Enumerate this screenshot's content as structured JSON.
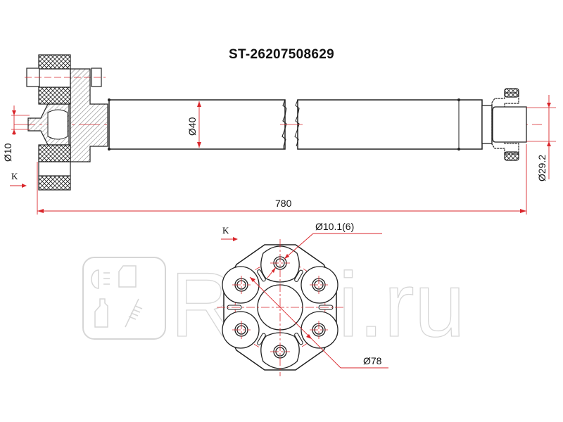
{
  "title": "ST-26207508629",
  "watermark": {
    "text": "Rutti.ru",
    "icons": [
      "headlight-icon",
      "door-icon",
      "oil-bottle-icon",
      "shock-absorber-icon"
    ]
  },
  "shaft_view": {
    "dimensions": {
      "length": "780",
      "tube_diameter": "Ø40",
      "pin_diameter": "Ø10",
      "end_diameter": "Ø29.2"
    },
    "view_marker": "K"
  },
  "flex_disc_view": {
    "view_marker": "K",
    "dimensions": {
      "bolt_hole": "Ø10.1(6)",
      "bolt_circle": "Ø78"
    },
    "bolt_count": 6
  },
  "colors": {
    "line": "#1a1a1a",
    "dimension": "#d9262b",
    "watermark": "#d6d6d6"
  }
}
